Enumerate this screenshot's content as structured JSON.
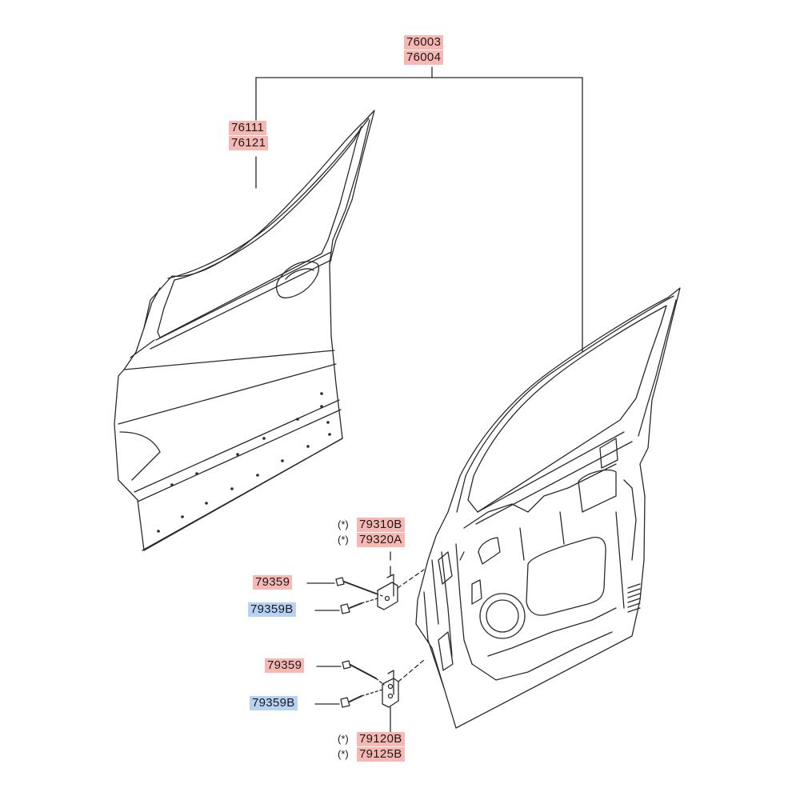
{
  "labels": {
    "door_assy_lh": "76003",
    "door_assy_rh": "76004",
    "panel_lh": "76111",
    "panel_rh": "76121",
    "upper_hinge_lh": "79310B",
    "upper_hinge_rh": "79320A",
    "bolt_upper": "79359",
    "bolt_b_upper": "79359B",
    "bolt_lower": "79359",
    "bolt_b_lower": "79359B",
    "lower_hinge_lh": "79120B",
    "lower_hinge_rh": "79125B"
  },
  "asterisk": "(*)",
  "colors": {
    "red_highlight": "#f7b8b3",
    "blue_highlight": "#b8d2f3",
    "line": "#2a2a2a"
  }
}
